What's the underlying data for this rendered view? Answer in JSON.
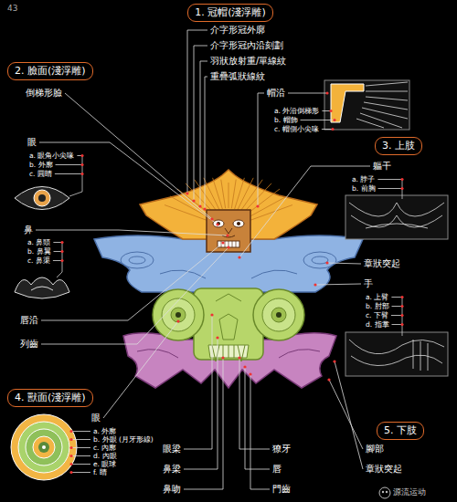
{
  "diagram": {
    "nodes": [
      {
        "text": [
          "1. 冠帽(淺浮雕)"
        ]
      },
      {
        "text": [
          "2. 臉面(淺浮雕)"
        ]
      },
      {
        "text": [
          "3. 上肢"
        ]
      },
      {
        "text": [
          "4. 獸面(淺浮雕)"
        ]
      },
      {
        "text": [
          "5. 下肢"
        ]
      }
    ],
    "labels": [
      "43",
      "介字形冠外廓",
      "介字形冠內沿刻劃",
      "羽狀放射重/單線紋",
      "重疊弧狀線紋",
      "帽沿",
      "a. 外沿倒梯形",
      "b. 帽飾",
      "c. 帽側小尖喙",
      "倒梯形臉",
      "眼",
      "a. 眼角小尖喙",
      "b. 外廓",
      "c. 圓睛",
      "鼻",
      "a. 鼻頭",
      "b. 鼻翼",
      "c. 鼻渠",
      "唇沿",
      "列齒",
      "軀干",
      "a. 脖子",
      "b. 前胸",
      "章狀突起",
      "手",
      "a. 上臂",
      "b. 肘部",
      "c. 下臂",
      "d. 指掌",
      "眼",
      "a. 外廓",
      "b. 外眼 (月牙形線)",
      "c. 內廓",
      "d. 內眼",
      "e. 眼球",
      "f. 睛",
      "眼梁",
      "鼻梁",
      "鼻吻",
      "獠牙",
      "唇",
      "門齒",
      "腳部",
      "章狀突起",
      "源流运动"
    ]
  }
}
